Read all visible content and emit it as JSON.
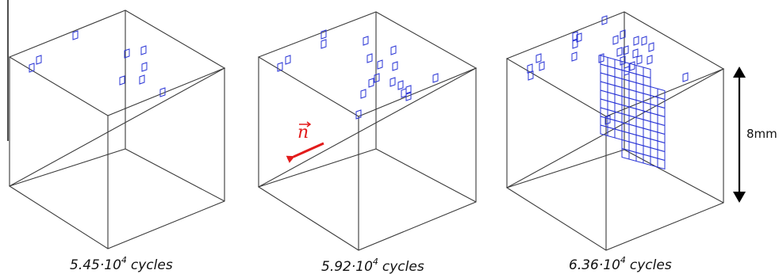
{
  "panels": [
    {
      "caption": {
        "mantissa": "5.45·10",
        "exp": "4",
        "unit": "cycles"
      }
    },
    {
      "caption": {
        "mantissa": "5.92·10",
        "exp": "4",
        "unit": "cycles"
      }
    },
    {
      "caption": {
        "mantissa": "6.36·10",
        "exp": "4",
        "unit": "cycles"
      }
    }
  ],
  "normal_vector": {
    "label": "n",
    "color": "#e21b1b"
  },
  "scale_bar": {
    "label": "8mm"
  },
  "colors": {
    "edges": "#3a3a3a",
    "cells": "#2a35d6"
  }
}
